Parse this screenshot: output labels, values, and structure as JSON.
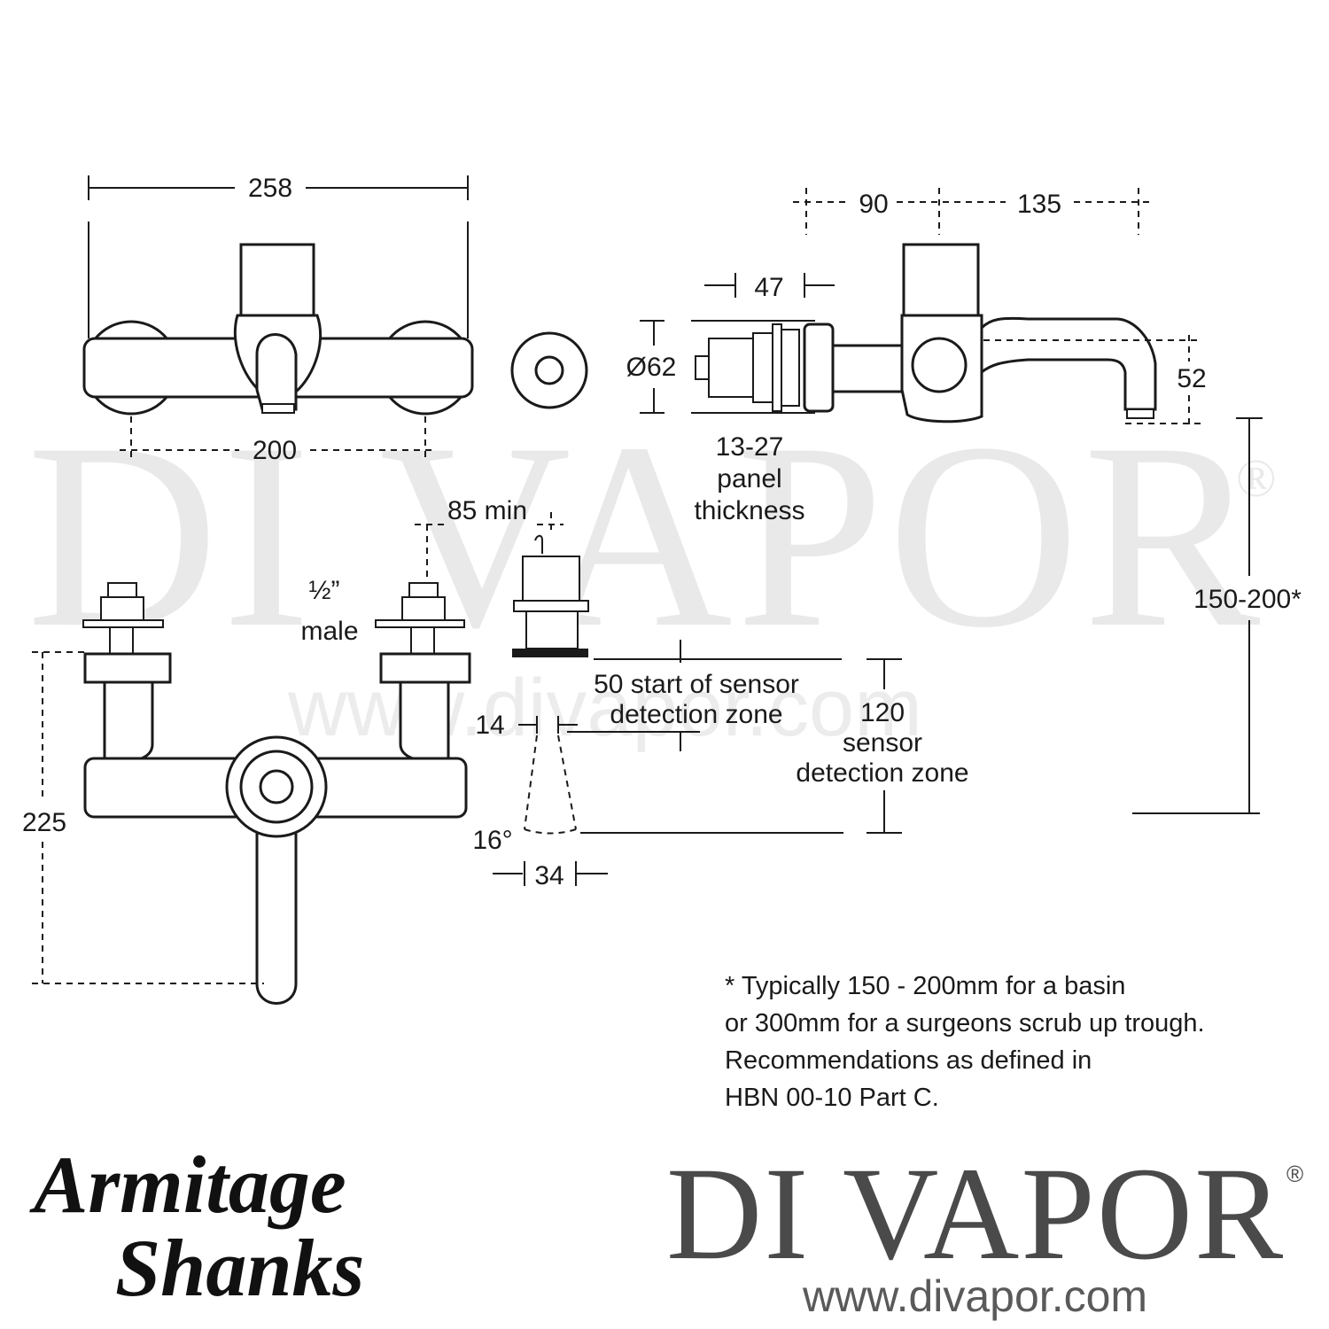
{
  "watermark": {
    "brand": "DI VAPOR",
    "registered": "®",
    "url": "www.divapor.com"
  },
  "front_view": {
    "overall_width": "258",
    "centres": "200"
  },
  "side_view": {
    "depth_to_body": "90",
    "spout_projection": "135",
    "connector_length": "47",
    "flange_diameter": "Ø62",
    "spout_height": "52",
    "panel_line1": "13-27",
    "panel_line2": "panel",
    "panel_line3": "thickness",
    "mount_height": "150-200*"
  },
  "rear_view": {
    "min_clearance": "85 min",
    "thread_line1": "½”",
    "thread_line2": "male",
    "height": "225"
  },
  "sensor": {
    "start_line1": "50 start of sensor",
    "start_line2": "detection zone",
    "zone_line1": "120",
    "zone_line2": "sensor",
    "zone_line3": "detection zone",
    "lens_width": "14",
    "angle": "16°",
    "cone_width": "34"
  },
  "footnote": {
    "line1": "* Typically 150 - 200mm for a basin",
    "line2": "or 300mm for a surgeons scrub up trough.",
    "line3": "Recommendations as defined in",
    "line4": "HBN 00-10 Part C."
  },
  "maker_logo": {
    "line1": "Armitage",
    "line2": "Shanks"
  },
  "brand_logo": {
    "name": "DI VAPOR",
    "registered": "®",
    "url": "www.divapor.com"
  }
}
